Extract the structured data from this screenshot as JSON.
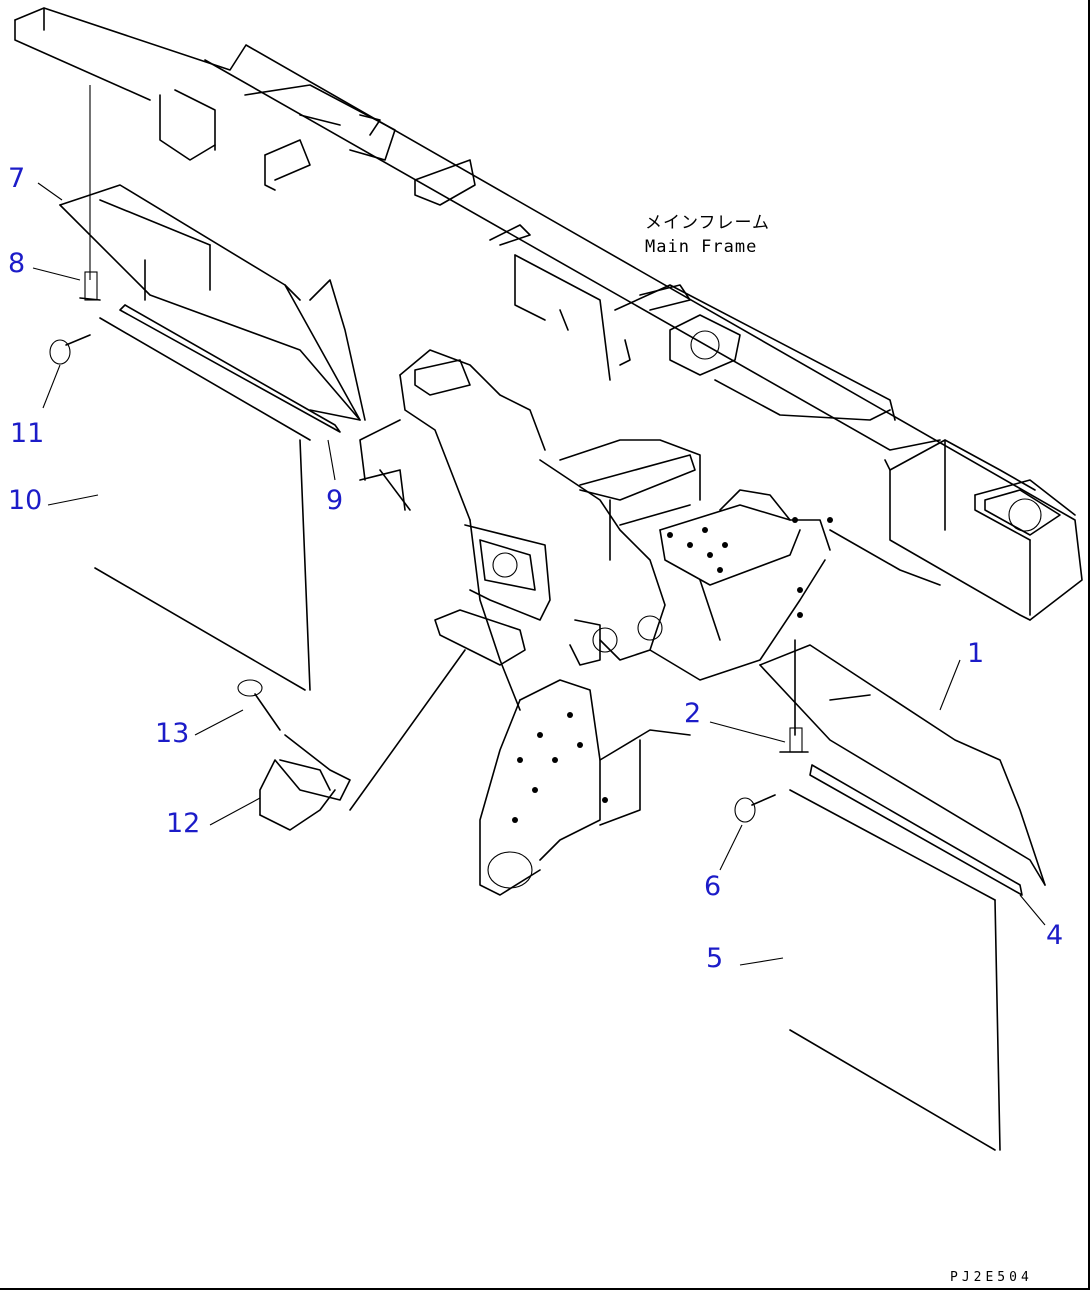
{
  "frame_label_jp": "メインフレーム",
  "frame_label_en": "Main Frame",
  "drawing_code": "PJ2E504",
  "callouts": {
    "c1": "1",
    "c2": "2",
    "c4": "4",
    "c5": "5",
    "c6": "6",
    "c7": "7",
    "c8": "8",
    "c9": "9",
    "c10": "10",
    "c11": "11",
    "c12": "12",
    "c13": "13"
  },
  "colors": {
    "callout": "#1c1cc8",
    "line": "#000000"
  }
}
